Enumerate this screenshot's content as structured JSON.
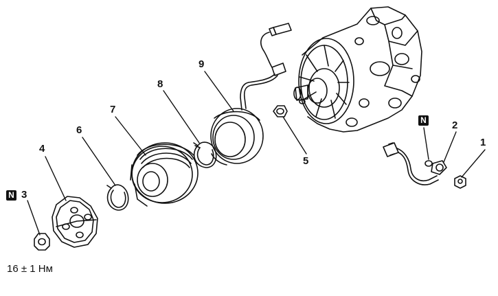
{
  "diagram": {
    "callouts": {
      "c1": "1",
      "c2": "2",
      "c3": "3",
      "c4": "4",
      "c5": "5",
      "c6": "6",
      "c7": "7",
      "c8": "8",
      "c9": "9"
    },
    "badges": {
      "n_part3": "N",
      "n_part2": "N"
    },
    "torque": "16 ± 1 Нм"
  }
}
